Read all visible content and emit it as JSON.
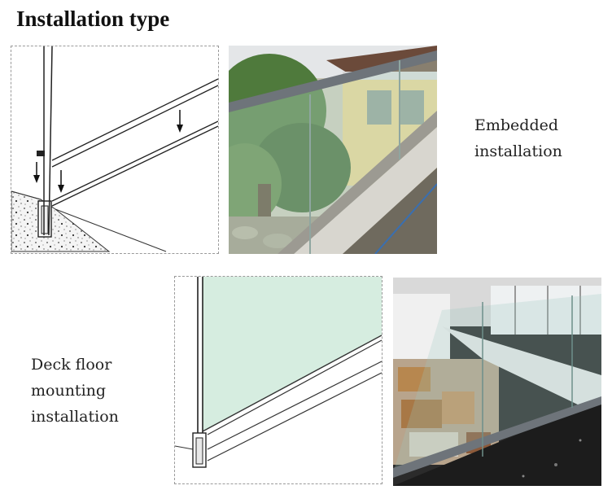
{
  "title": "Installation type",
  "sections": [
    {
      "caption_lines": [
        "Embedded",
        "installation"
      ]
    },
    {
      "caption_lines": [
        "Deck floor",
        "mounting",
        "installation"
      ]
    }
  ],
  "colors": {
    "glass_tint": "#d6ede0",
    "rail_gray": "#6e747a",
    "concrete": "#cfcfcf"
  }
}
